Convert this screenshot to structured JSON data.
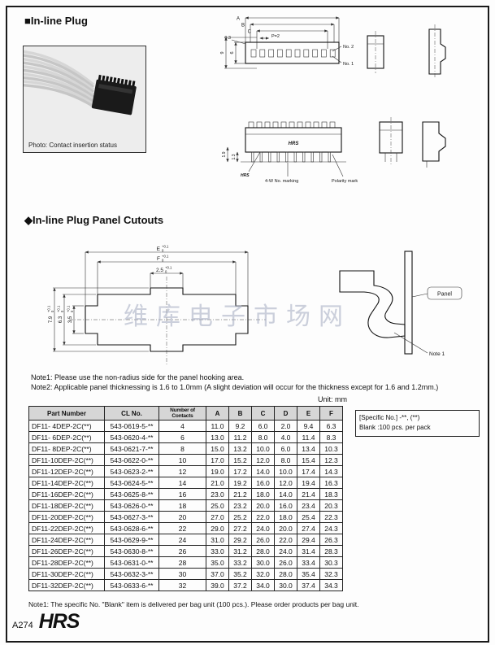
{
  "page": {
    "footer_page": "A274",
    "footer_logo": "HRS",
    "watermark": "维库电子市场网"
  },
  "sections": {
    "inline_plug_title": "■In-line Plug",
    "panel_cutouts_title": "◆In-line Plug Panel Cutouts"
  },
  "photo": {
    "caption": "Photo: Contact insertion status"
  },
  "top_drawing": {
    "dim_a": "A",
    "dim_b": "B",
    "dim_c": "C",
    "dim_03": "0.3",
    "pitch": "P=2",
    "no2": "No. 2",
    "no1": "No. 1",
    "dim_9": "9",
    "dim_6": "6",
    "dim_13": "1.3",
    "dim_19": "1.9",
    "marking": "HRS",
    "label_marking": "4-W No. marking",
    "label_polarity": "Polarity mark"
  },
  "cutout_drawing": {
    "dim_e": "E",
    "dim_f": "F",
    "dim_25": "2.5",
    "dim_79": "7.9",
    "dim_63": "6.3",
    "dim_35": "3.5",
    "tol_plus": "+0.1",
    "tol_zero": "0",
    "panel_label": "Panel",
    "note_label": "Note 1"
  },
  "notes": {
    "note1": "Note1: Please use the non-radius side for the panel hooking area.",
    "note2": "Note2: Applicable panel thicknessing is 1.6 to 1.0mm (A slight deviation will occur for the thickness except for 1.6 and 1.2mm.)"
  },
  "table": {
    "unit_label": "Unit: mm",
    "headers": [
      "Part Number",
      "CL No.",
      "Number of Contacts",
      "A",
      "B",
      "C",
      "D",
      "E",
      "F"
    ],
    "rows": [
      {
        "pn": "DF11- 4DEP-2C(**)",
        "cl": "543-0619-5-**",
        "n": "4",
        "a": "11.0",
        "b": "9.2",
        "c": "6.0",
        "d": "2.0",
        "e": "9.4",
        "f": "6.3"
      },
      {
        "pn": "DF11- 6DEP-2C(**)",
        "cl": "543-0620-4-**",
        "n": "6",
        "a": "13.0",
        "b": "11.2",
        "c": "8.0",
        "d": "4.0",
        "e": "11.4",
        "f": "8.3"
      },
      {
        "pn": "DF11- 8DEP-2C(**)",
        "cl": "543-0621-7-**",
        "n": "8",
        "a": "15.0",
        "b": "13.2",
        "c": "10.0",
        "d": "6.0",
        "e": "13.4",
        "f": "10.3"
      },
      {
        "pn": "DF11-10DEP-2C(**)",
        "cl": "543-0622-0-**",
        "n": "10",
        "a": "17.0",
        "b": "15.2",
        "c": "12.0",
        "d": "8.0",
        "e": "15.4",
        "f": "12.3"
      },
      {
        "pn": "DF11-12DEP-2C(**)",
        "cl": "543-0623-2-**",
        "n": "12",
        "a": "19.0",
        "b": "17.2",
        "c": "14.0",
        "d": "10.0",
        "e": "17.4",
        "f": "14.3"
      },
      {
        "pn": "DF11-14DEP-2C(**)",
        "cl": "543-0624-5-**",
        "n": "14",
        "a": "21.0",
        "b": "19.2",
        "c": "16.0",
        "d": "12.0",
        "e": "19.4",
        "f": "16.3"
      },
      {
        "pn": "DF11-16DEP-2C(**)",
        "cl": "543-0625-8-**",
        "n": "16",
        "a": "23.0",
        "b": "21.2",
        "c": "18.0",
        "d": "14.0",
        "e": "21.4",
        "f": "18.3"
      },
      {
        "pn": "DF11-18DEP-2C(**)",
        "cl": "543-0626-0-**",
        "n": "18",
        "a": "25.0",
        "b": "23.2",
        "c": "20.0",
        "d": "16.0",
        "e": "23.4",
        "f": "20.3"
      },
      {
        "pn": "DF11-20DEP-2C(**)",
        "cl": "543-0627-3-**",
        "n": "20",
        "a": "27.0",
        "b": "25.2",
        "c": "22.0",
        "d": "18.0",
        "e": "25.4",
        "f": "22.3"
      },
      {
        "pn": "DF11-22DEP-2C(**)",
        "cl": "543-0628-6-**",
        "n": "22",
        "a": "29.0",
        "b": "27.2",
        "c": "24.0",
        "d": "20.0",
        "e": "27.4",
        "f": "24.3"
      },
      {
        "pn": "DF11-24DEP-2C(**)",
        "cl": "543-0629-9-**",
        "n": "24",
        "a": "31.0",
        "b": "29.2",
        "c": "26.0",
        "d": "22.0",
        "e": "29.4",
        "f": "26.3"
      },
      {
        "pn": "DF11-26DEP-2C(**)",
        "cl": "543-0630-8-**",
        "n": "26",
        "a": "33.0",
        "b": "31.2",
        "c": "28.0",
        "d": "24.0",
        "e": "31.4",
        "f": "28.3"
      },
      {
        "pn": "DF11-28DEP-2C(**)",
        "cl": "543-0631-0-**",
        "n": "28",
        "a": "35.0",
        "b": "33.2",
        "c": "30.0",
        "d": "26.0",
        "e": "33.4",
        "f": "30.3"
      },
      {
        "pn": "DF11-30DEP-2C(**)",
        "cl": "543-0632-3-**",
        "n": "30",
        "a": "37.0",
        "b": "35.2",
        "c": "32.0",
        "d": "28.0",
        "e": "35.4",
        "f": "32.3"
      },
      {
        "pn": "DF11-32DEP-2C(**)",
        "cl": "543-0633-6-**",
        "n": "32",
        "a": "39.0",
        "b": "37.2",
        "c": "34.0",
        "d": "30.0",
        "e": "37.4",
        "f": "34.3"
      }
    ]
  },
  "specific_box": {
    "line1": "[Specific No.] -**, (**)",
    "line2": "Blank  :100 pcs. per pack"
  },
  "footer_note": "Note1: The specific No. \"Blank\" item is delivered per bag unit (100 pcs.). Please order products per bag unit."
}
